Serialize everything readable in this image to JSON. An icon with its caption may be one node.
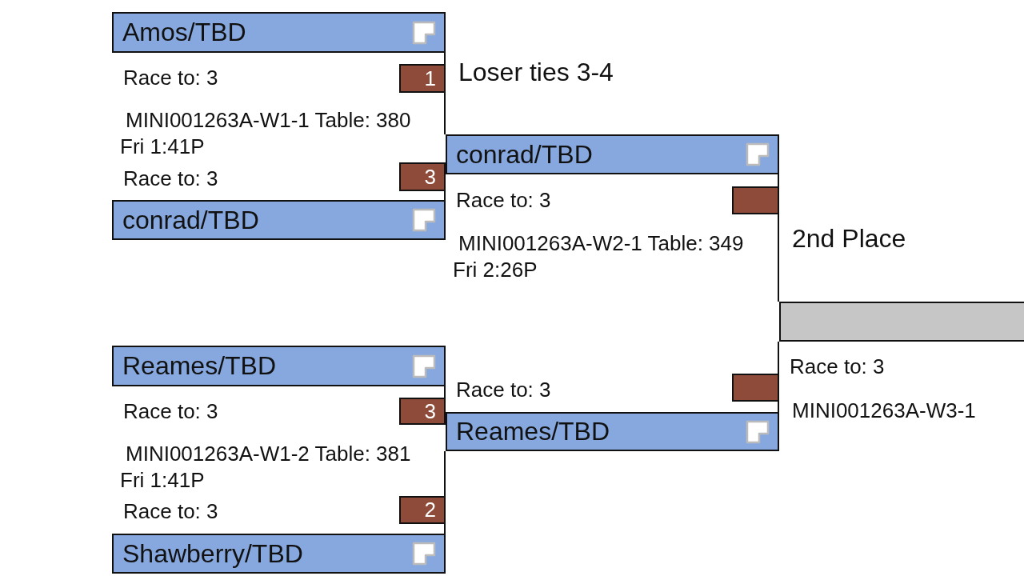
{
  "diagram": {
    "nodes": [
      {
        "text": [
          "Amos/TBD"
        ],
        "beside": [
          "Race to: 3"
        ]
      },
      {
        "text": [
          "1"
        ]
      },
      {
        "text": [
          "3"
        ]
      },
      {
        "text": [
          "conrad/TBD"
        ],
        "beside": [
          "Race to: 3"
        ]
      },
      {
        "text": [
          "conrad/TBD"
        ],
        "beside": [
          "Race to: 3"
        ]
      },
      {
        "text": [],
        "shape": "box"
      },
      {
        "text": [],
        "shape": "box",
        "beside": [
          "Race to: 3"
        ]
      },
      {
        "text": [
          "Reames/TBD"
        ],
        "beside": [
          "Race to: 3"
        ]
      },
      {
        "text": [],
        "shape": "box"
      },
      {
        "text": [
          "3"
        ]
      },
      {
        "text": [
          "Reames/TBD"
        ],
        "beside": [
          "Race to: 3"
        ]
      },
      {
        "text": [
          "2"
        ]
      },
      {
        "text": [
          "Shawberry/TBD"
        ],
        "beside": [
          "Race to: 3"
        ]
      }
    ],
    "edges": [
      {
        "from": 0,
        "to": 4,
        "arrow": "none"
      },
      {
        "from": 3,
        "to": 4,
        "arrow": "none"
      },
      {
        "from": 4,
        "to": 6,
        "arrow": "none"
      },
      {
        "from": 7,
        "to": 10,
        "arrow": "none"
      },
      {
        "from": 12,
        "to": 10,
        "arrow": "none"
      },
      {
        "from": 10,
        "to": 6,
        "arrow": "none"
      }
    ],
    "labels": [
      "Loser ties 3-4",
      "MINI001263A-W1-1 Table: 380 Fri 1:41P",
      "2nd Place",
      "MINI001263A-W2-1 Table: 349 Fri 2:26P",
      "MINI001263A-W3-1",
      "MINI001263A-W1-2 Table: 381 Fri 1:41P"
    ]
  }
}
